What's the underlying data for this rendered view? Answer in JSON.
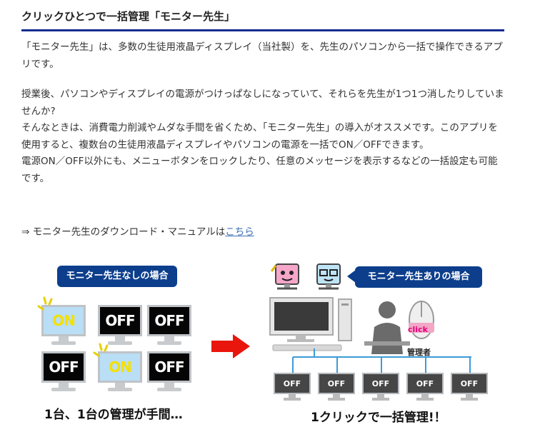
{
  "heading": "クリックひとつで一括管理「モニター先生」",
  "paragraphs": {
    "p1": "「モニター先生」は、多数の生徒用液晶ディスプレイ（当社製）を、先生のパソコンから一括で操作できるアプリです。",
    "p2_l1": "授業後、パソコンやディスプレイの電源がつけっぱなしになっていて、それらを先生が1つ1つ消したりしていませんか?",
    "p2_l2": "そんなときは、消費電力削減やムダな手間を省くため、「モニター先生」の導入がオススメです。このアプリを使用すると、複数台の生徒用液晶ディスプレイやパソコンの電源を一括でON／OFFできます。",
    "p2_l3": "電源ON／OFF以外にも、メニューボタンをロックしたり、任意のメッセージを表示するなどの一括設定も可能です。"
  },
  "download": {
    "prefix": "⇒ モニター先生のダウンロード・マニュアルは",
    "link": "こちら"
  },
  "figure": {
    "left_badge": "モニター先生なしの場合",
    "right_badge": "モニター先生ありの場合",
    "left_caption": "1台、1台の管理が手間…",
    "right_caption": "1クリックで一括管理!！",
    "admin_label": "管理者",
    "click_label": "click",
    "on_label": "ON",
    "off_label": "OFF"
  },
  "colors": {
    "heading_rule": "#0f2c8f",
    "badge": "#0c3e8c",
    "arrow": "#e8160c",
    "link": "#3b6fb6",
    "network": "#3d9bd7"
  }
}
